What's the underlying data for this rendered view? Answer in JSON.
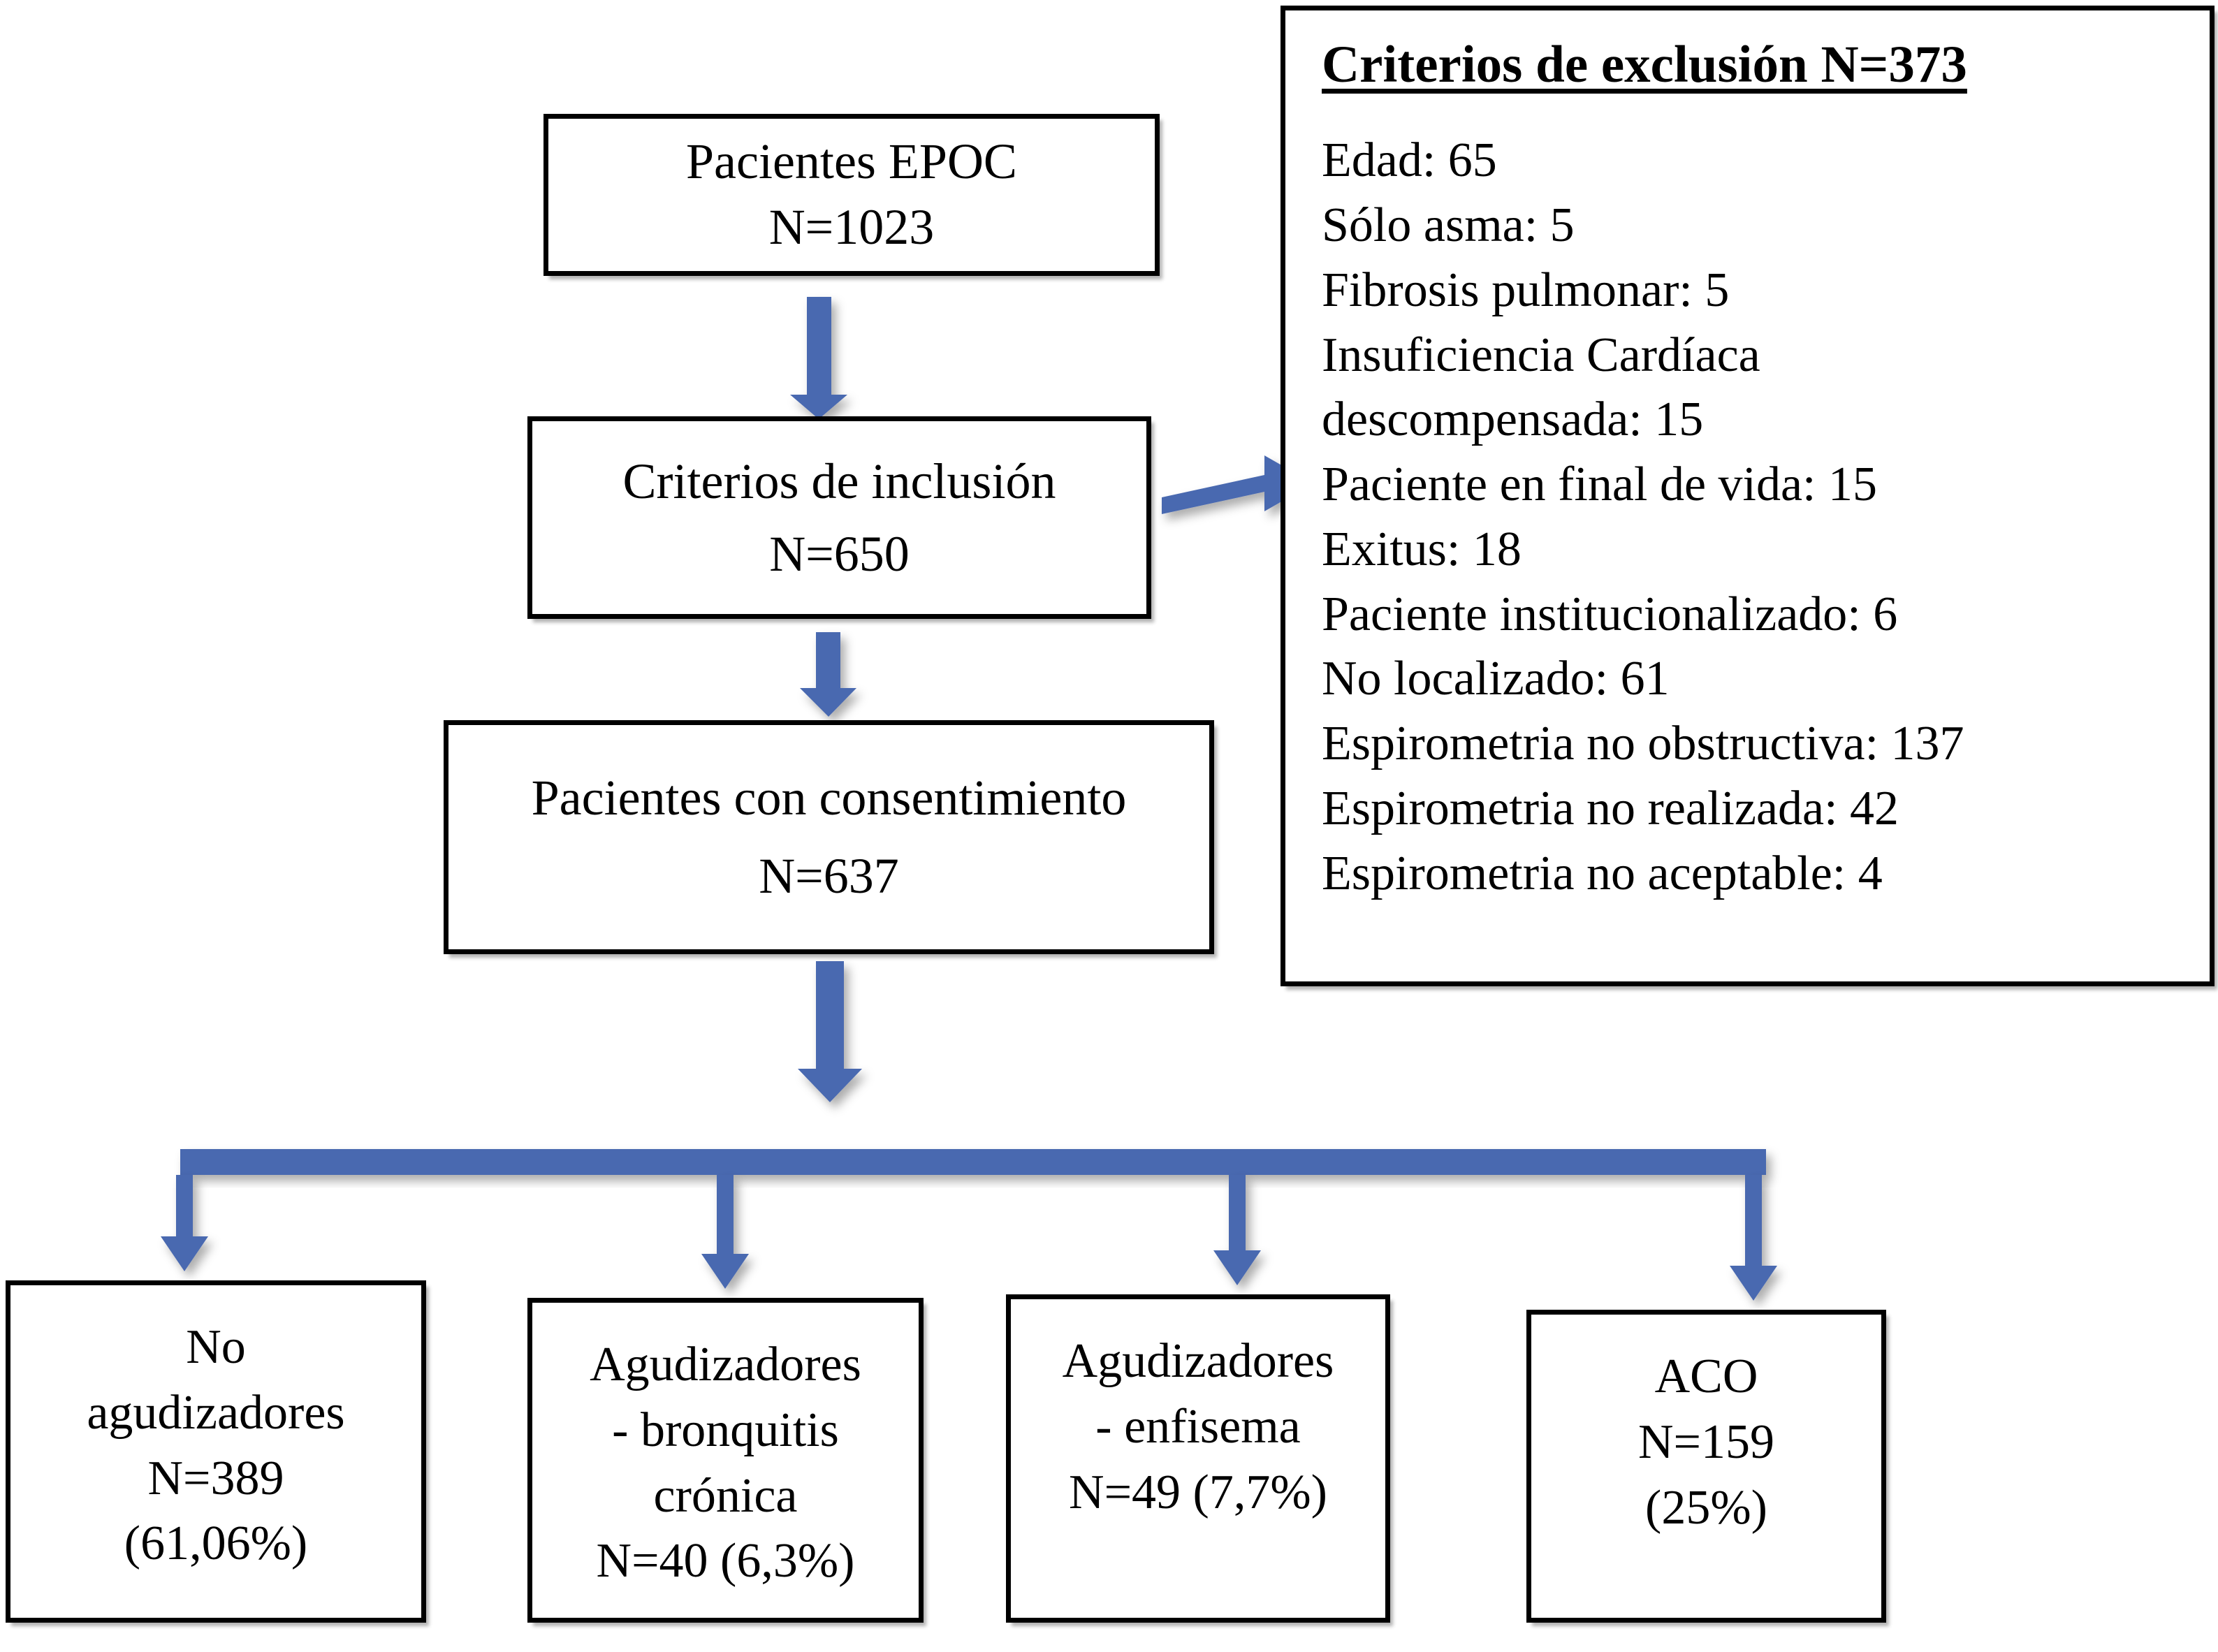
{
  "theme": {
    "arrow_blue": "#4A69B0",
    "box_border": "#000000",
    "background": "#FFFFFF",
    "text": "#000000"
  },
  "flow": {
    "nodes": [
      {
        "id": "epoc",
        "title": "Pacientes EPOC",
        "count": "N=1023"
      },
      {
        "id": "inclusion",
        "title": "Criterios de inclusión",
        "count": "N=650"
      },
      {
        "id": "consent",
        "title": "Pacientes con consentimiento",
        "count": "N=637"
      }
    ],
    "outcomes": [
      {
        "id": "no-agudizadores",
        "line1": "No",
        "line2": "agudizadores",
        "line3": "N=389",
        "line4": "(61,06%)"
      },
      {
        "id": "agudizadores-bronquitis",
        "line1": "Agudizadores",
        "line2": "- bronquitis",
        "line3": "crónica",
        "line4": "N=40 (6,3%)"
      },
      {
        "id": "agudizadores-enfisema",
        "line1": "Agudizadores",
        "line2": "- enfisema",
        "line3": "N=49 (7,7%)",
        "line4": ""
      },
      {
        "id": "aco",
        "line1": "ACO",
        "line2": "N=159",
        "line3": "(25%)",
        "line4": ""
      }
    ]
  },
  "exclusion": {
    "title": "Criterios de exclusión N=373",
    "items": [
      "Edad: 65",
      "Sólo asma: 5",
      "Fibrosis pulmonar: 5",
      "Insuficiencia Cardíaca",
      "descompensada: 15",
      "Paciente en final de vida: 15",
      "Exitus: 18",
      "Paciente institucionalizado: 6",
      "No localizado: 61",
      "Espirometria no obstructiva: 137",
      "Espirometria no realizada: 42",
      "Espirometria no aceptable: 4"
    ]
  }
}
